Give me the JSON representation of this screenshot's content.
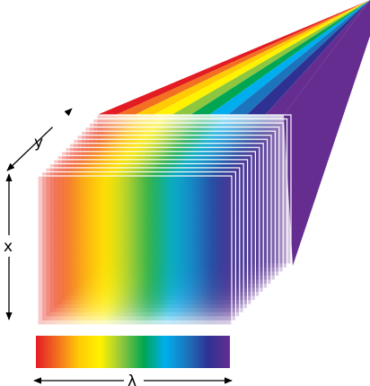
{
  "labels": {
    "x": "x",
    "y": "y",
    "lambda": "λ"
  },
  "spectrum_colors": [
    "#e31b23",
    "#f36f21",
    "#ffcb05",
    "#fff200",
    "#8dc63f",
    "#00a651",
    "#00aeef",
    "#1c75bc",
    "#2e3192",
    "#662d91"
  ],
  "spectrum_colors_description": [
    "red",
    "orange",
    "amber",
    "yellow",
    "yellow-green",
    "green",
    "cyan",
    "blue",
    "indigo",
    "violet"
  ],
  "cube": {
    "layer_count": 16,
    "layer_opacity": 0.45
  }
}
